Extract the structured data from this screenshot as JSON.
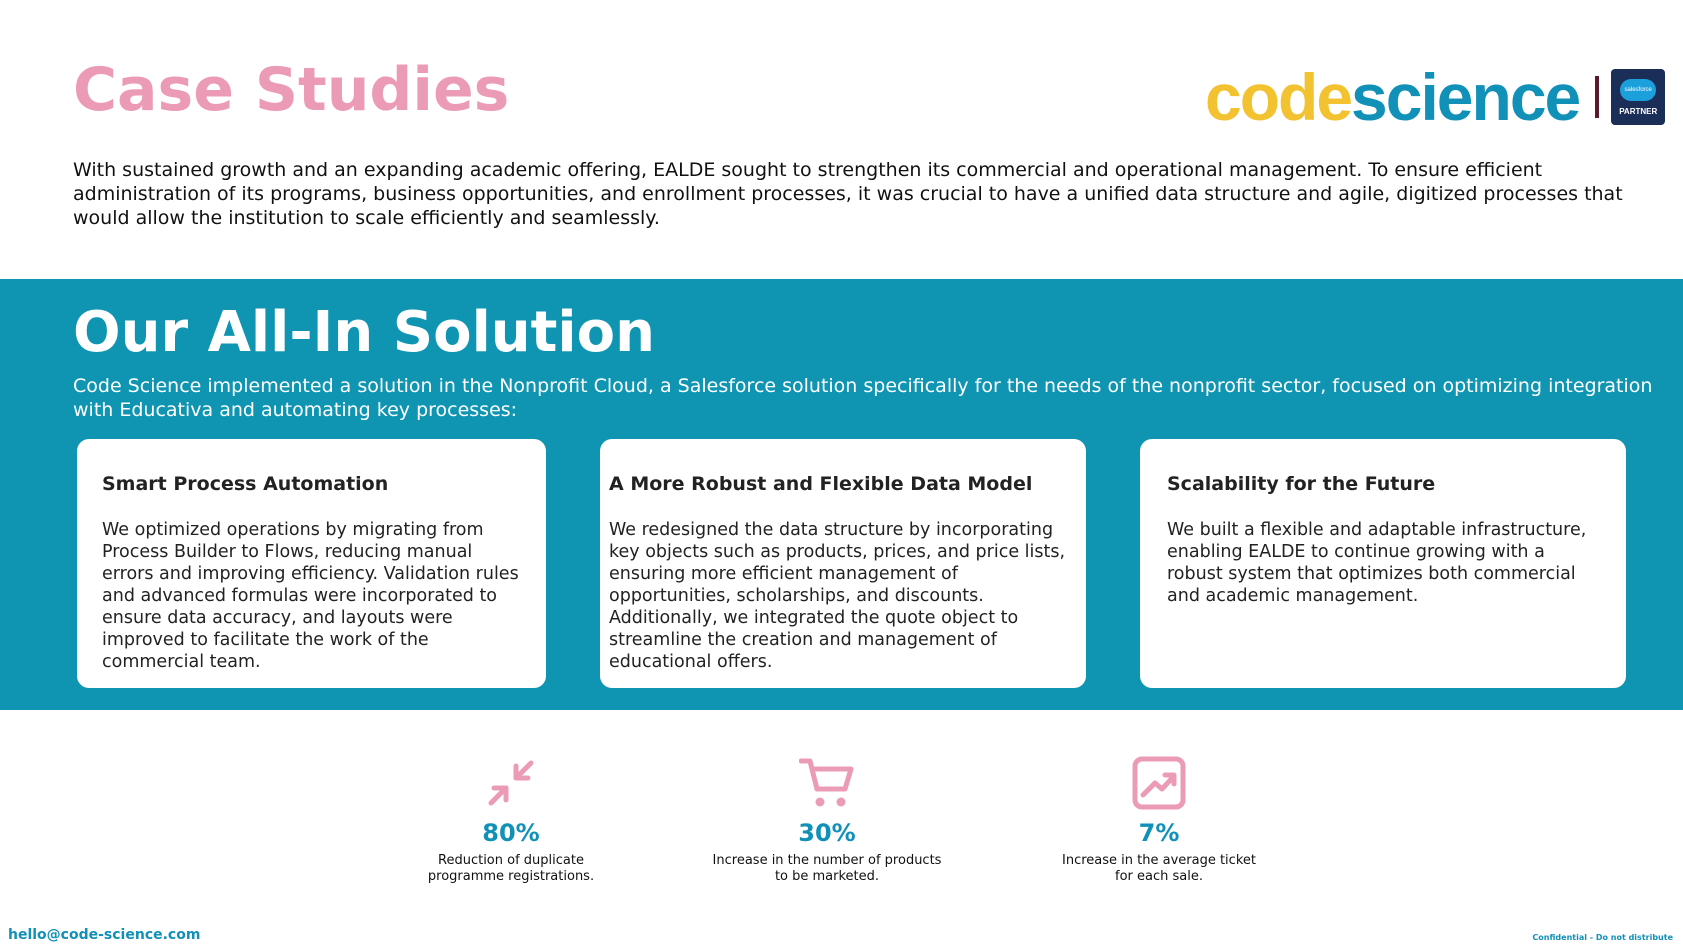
{
  "header": {
    "title": "Case Studies",
    "intro": "With sustained growth and an expanding academic offering, EALDE sought to strengthen its commercial and operational management. To ensure efficient administration of its programs, business opportunities, and enrollment processes, it was crucial to have a unified data structure and agile, digitized processes that would allow the institution to scale efficiently and seamlessly."
  },
  "logo": {
    "code": "code",
    "science": "science",
    "badge_top": "salesforce",
    "badge_bottom": "PARTNER"
  },
  "solution": {
    "title": "Our All-In Solution",
    "subtitle": "Code Science implemented a solution in the Nonprofit Cloud, a Salesforce solution specifically for the needs of the nonprofit sector, focused on optimizing integration with Educativa and automating key processes:",
    "cards": [
      {
        "title": "Smart Process Automation",
        "body": "We optimized operations by migrating from Process Builder to Flows, reducing manual errors and improving efficiency. Validation rules and advanced formulas were incorporated to ensure data accuracy, and layouts were improved to facilitate the work of the commercial team."
      },
      {
        "title": "A More Robust and Flexible Data Model",
        "body": "We redesigned the data structure by incorporating key objects such as products, prices, and price lists, ensuring more efficient management of opportunities, scholarships, and discounts. Additionally, we integrated the quote object to streamline the creation and management of educational offers."
      },
      {
        "title": "Scalability for the Future",
        "body": "We built a flexible and adaptable infrastructure, enabling EALDE to continue growing with a robust system that optimizes both commercial and academic management."
      }
    ]
  },
  "stats": [
    {
      "icon": "compress-arrows-icon",
      "value": "80%",
      "label": "Reduction of duplicate programme registrations."
    },
    {
      "icon": "shopping-cart-icon",
      "value": "30%",
      "label": "Increase in the number of products to be marketed."
    },
    {
      "icon": "trending-up-chart-icon",
      "value": "7%",
      "label": "Increase in the average ticket for each sale."
    }
  ],
  "footer": {
    "email": "hello@code-science.com",
    "confidential": "Confidential - Do not distribute"
  },
  "colors": {
    "accent_pink": "#ec9bb7",
    "accent_teal": "#0f95b2",
    "logo_yellow": "#f2c230",
    "logo_blue": "#1190b8"
  }
}
